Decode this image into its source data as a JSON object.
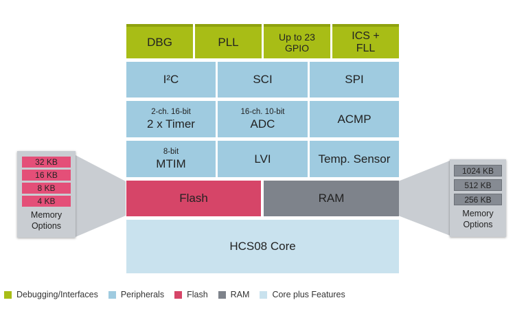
{
  "top_row": [
    {
      "label": "DBG"
    },
    {
      "label": "PLL"
    },
    {
      "line1": "Up to 23",
      "line2": "GPIO"
    },
    {
      "line1": "ICS +",
      "line2": "FLL"
    }
  ],
  "peripherals": {
    "i2c": "I²C",
    "sci": "SCI",
    "spi": "SPI",
    "timer_small": "2-ch. 16-bit",
    "timer_main": "2 x Timer",
    "adc_small": "16-ch. 10-bit",
    "adc_main": "ADC",
    "acmp": "ACMP",
    "mtim_small": "8-bit",
    "mtim_main": "MTIM",
    "lvi": "LVI",
    "temp_sensor": "Temp. Sensor"
  },
  "memory": {
    "flash": "Flash",
    "ram": "RAM"
  },
  "core": "HCS08 Core",
  "flash_options": {
    "items": [
      "32 KB",
      "16 KB",
      "8 KB",
      "4 KB"
    ],
    "label_line1": "Memory",
    "label_line2": "Options"
  },
  "ram_options": {
    "items": [
      "1024 KB",
      "512 KB",
      "256 KB"
    ],
    "label_line1": "Memory",
    "label_line2": "Options"
  },
  "legend": [
    {
      "label": "Debugging/Interfaces",
      "color": "#a8bd16"
    },
    {
      "label": "Peripherals",
      "color": "#9fcbe0"
    },
    {
      "label": "Flash",
      "color": "#d64568"
    },
    {
      "label": "RAM",
      "color": "#7e838b"
    },
    {
      "label": "Core plus Features",
      "color": "#c9e2ee"
    }
  ],
  "colors": {
    "debug": "#a8bd16",
    "peripheral": "#9fcbe0",
    "flash": "#d64568",
    "ram": "#7e838b",
    "core": "#c9e2ee"
  }
}
